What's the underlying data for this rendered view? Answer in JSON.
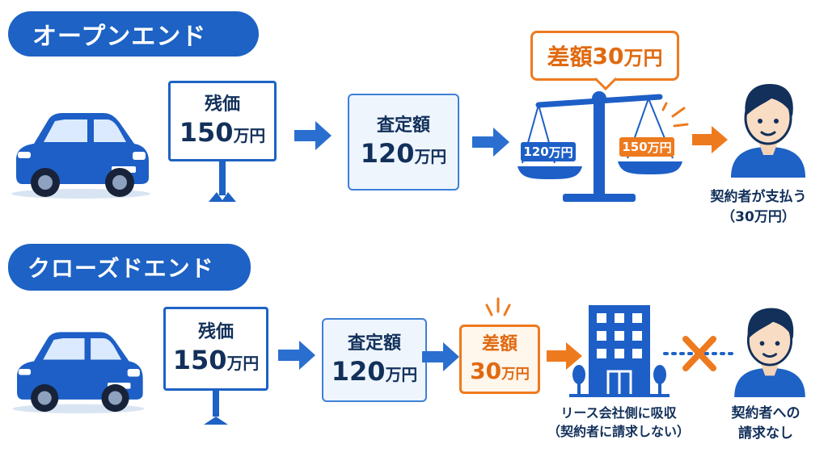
{
  "sections": {
    "open": {
      "title": "オープンエンド",
      "residual": {
        "label": "残価",
        "value": "150",
        "unit": "万円"
      },
      "assessed": {
        "label": "査定額",
        "value": "120",
        "unit": "万円"
      },
      "callout": {
        "label": "差額",
        "value": "30",
        "unit": "万円"
      },
      "scale": {
        "left": {
          "value": "120",
          "unit": "万円"
        },
        "right": {
          "value": "150",
          "unit": "万円"
        }
      },
      "result": {
        "line1": "契約者が支払う",
        "line2": "（30万円）"
      }
    },
    "closed": {
      "title": "クローズドエンド",
      "residual": {
        "label": "残価",
        "value": "150",
        "unit": "万円"
      },
      "assessed": {
        "label": "査定額",
        "value": "120",
        "unit": "万円"
      },
      "difference": {
        "label": "差額",
        "value": "30",
        "unit": "万円"
      },
      "company_caption": {
        "line1": "リース会社側に吸収",
        "line2": "（契約者に請求しない）"
      },
      "result": {
        "line1": "契約者への",
        "line2": "請求なし"
      }
    }
  },
  "colors": {
    "primary": "#1d62c4",
    "orange": "#ee7a1e",
    "navy": "#12305a",
    "light": "#eef5fd"
  }
}
